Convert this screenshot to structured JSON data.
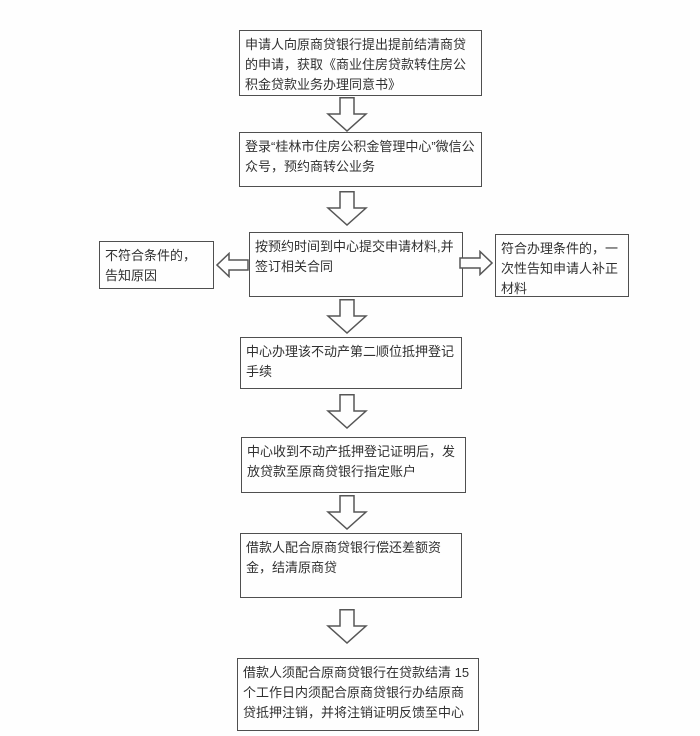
{
  "page": {
    "background_color": "#fefefe",
    "box_border_color": "#4f4f4f",
    "text_color": "#303030",
    "arrow_stroke_color": "#565656"
  },
  "icons": {
    "down_arrow": "hollow-down-arrow",
    "left_arrow": "hollow-left-arrow",
    "right_arrow": "hollow-right-arrow"
  },
  "flowchart": {
    "nodes": {
      "apply": {
        "text": "申请人向原商贷银行提出提前结清商贷的申请，获取《商业住房贷款转住房公积金贷款业务办理同意书》"
      },
      "login": {
        "text": "登录“桂林市住房公积金管理中心”微信公众号，预约商转公业务"
      },
      "reject": {
        "text": "不符合条件的，告知原因"
      },
      "submit": {
        "text": "按预约时间到中心提交申请材料,并签订相关合同"
      },
      "notify": {
        "text": "符合办理条件的，一次性告知申请人补正材料"
      },
      "mortgage": {
        "text": "中心办理该不动产第二顺位抵押登记手续"
      },
      "disburse": {
        "text": "中心收到不动产抵押登记证明后，发放贷款至原商贷银行指定账户"
      },
      "repay": {
        "text": "借款人配合原商贷银行偿还差额资金，结清原商贷"
      },
      "cancel": {
        "text": "借款人须配合原商贷银行在贷款结清 15 个工作日内须配合原商贷银行办结原商贷抵押注销，并将注销证明反馈至中心"
      }
    }
  }
}
